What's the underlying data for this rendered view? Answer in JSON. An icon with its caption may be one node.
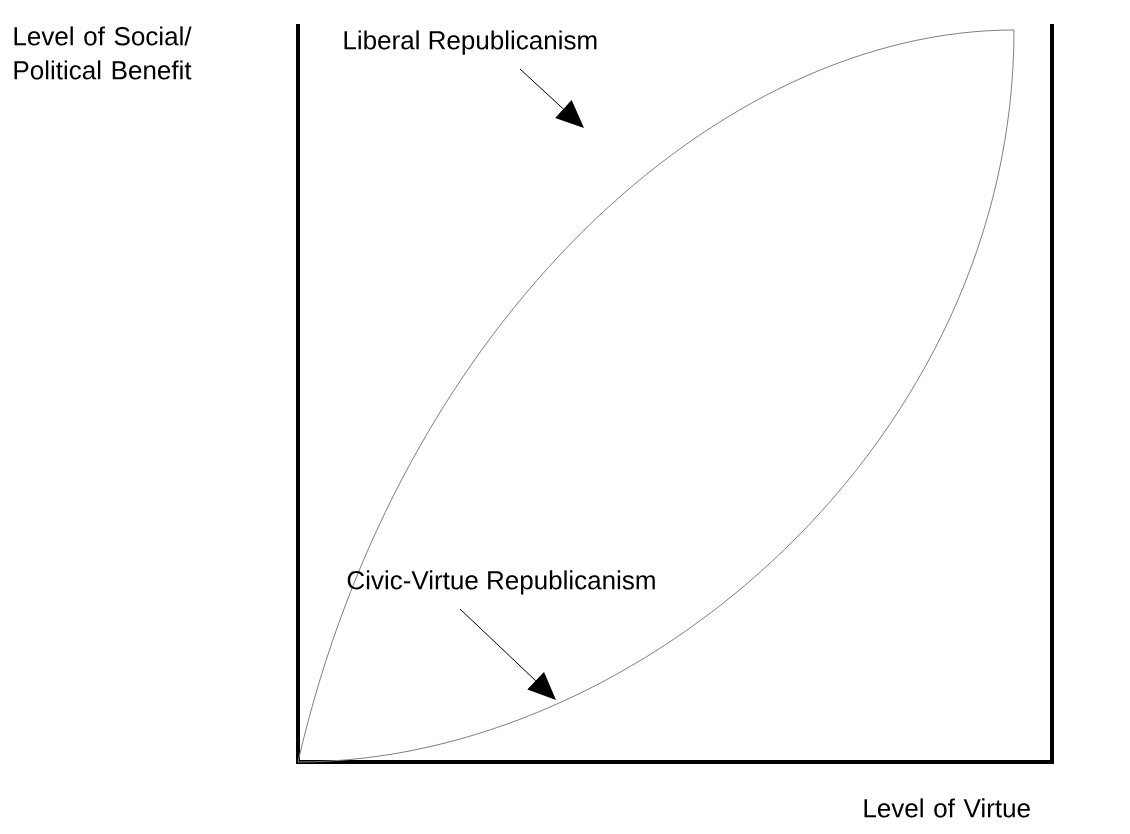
{
  "diagram": {
    "nodes": [
      {
        "text": [
          "Liberal Republicanism"
        ]
      },
      {
        "text": [
          "Civic-Virtue Republicanism"
        ]
      }
    ],
    "edges": [
      {
        "from": 0,
        "to": null,
        "arrow": "to"
      },
      {
        "from": 1,
        "to": null,
        "arrow": "to"
      }
    ],
    "labels": [
      "Level of Social/ Political Benefit",
      "Level of Virtue"
    ]
  }
}
